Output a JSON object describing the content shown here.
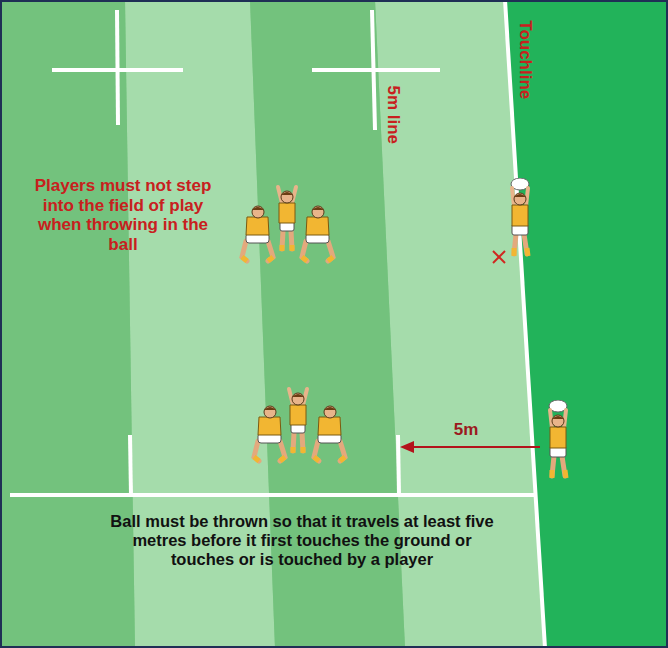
{
  "diagram": {
    "labels": [
      "Touchline",
      "5m line",
      "Players must not step into the field of play when throwing in the ball",
      "5m",
      "Ball must be thrown so that it travels at least five metres before it first touches the ground or touches or is touched by a player"
    ]
  }
}
